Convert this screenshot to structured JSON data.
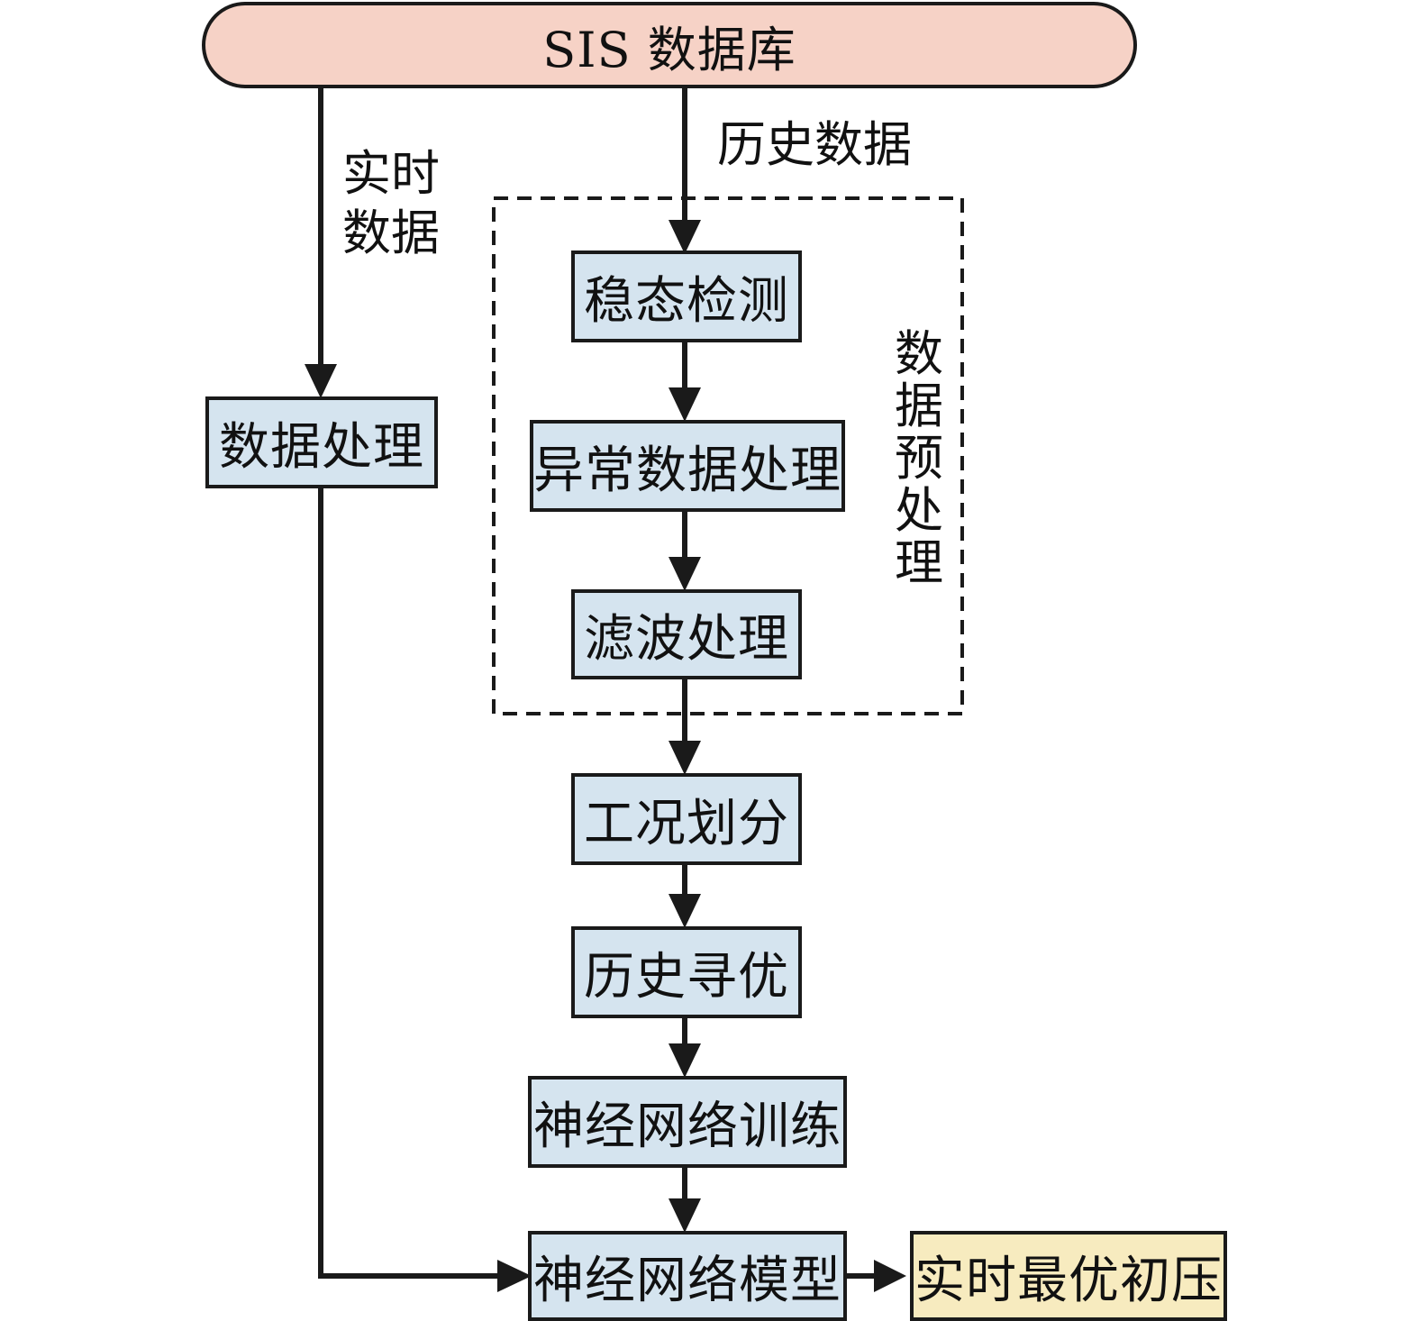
{
  "database": {
    "label": "SIS 数据库"
  },
  "edge_labels": {
    "realtime": [
      "实时",
      "数据"
    ],
    "history": "历史数据"
  },
  "group": {
    "label_chars": [
      "数",
      "据",
      "预",
      "处",
      "理"
    ]
  },
  "nodes": {
    "data_processing": "数据处理",
    "steady_state": "稳态检测",
    "abnormal": "异常数据处理",
    "filter": "滤波处理",
    "condition": "工况划分",
    "history_opt": "历史寻优",
    "nn_training": "神经网络训练",
    "nn_model": "神经网络模型",
    "result": "实时最优初压"
  },
  "colors": {
    "database_fill": "#f6d2c6",
    "process_fill": "#d5e4ef",
    "result_fill": "#f7ebbf",
    "line": "#1a1a1a"
  }
}
